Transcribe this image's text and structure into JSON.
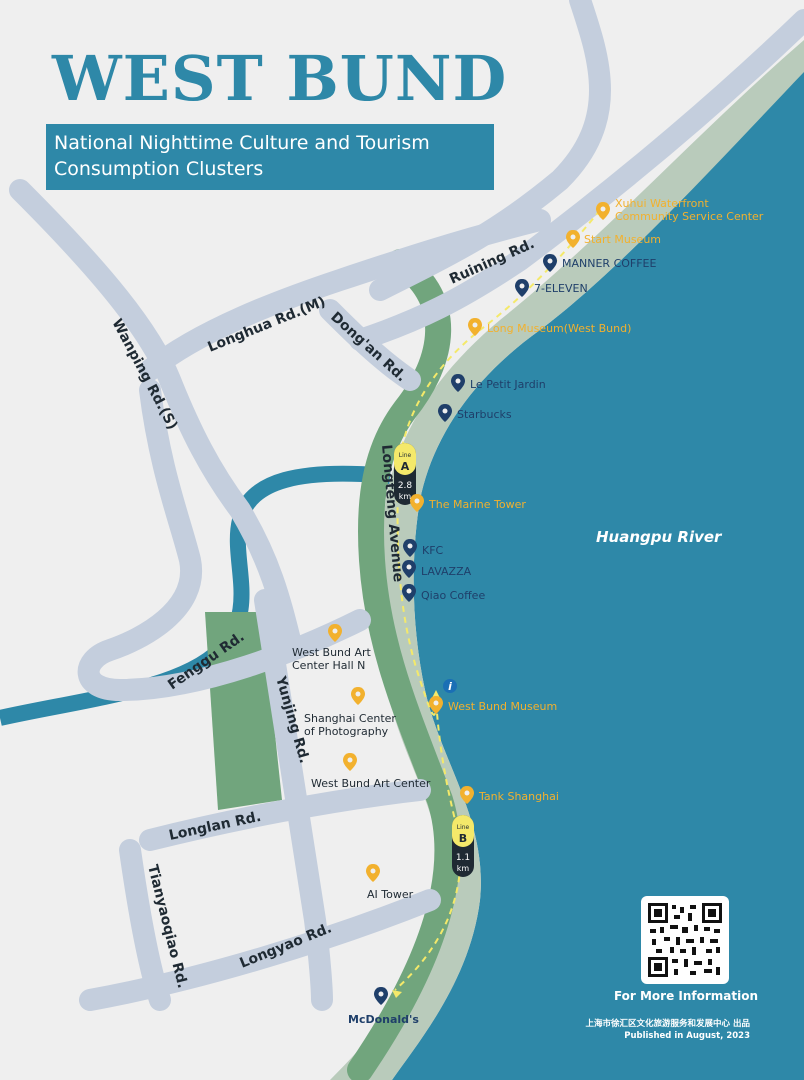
{
  "title": "WEST BUND",
  "subtitle": {
    "line1": "National Nighttime Culture and Tourism",
    "line2": "Consumption Clusters"
  },
  "roads": {
    "ruining": "Ruining Rd.",
    "longhua": "Longhua Rd.(M)",
    "dongan": "Dong'an Rd.",
    "wanping": "Wanping Rd.(S)",
    "longteng": "Longteng Avenue",
    "fenggu": "Fenggu Rd.",
    "yunjing": "Yunjing Rd.",
    "longlan": "Longlan Rd.",
    "tianyaoqiao": "Tianyaoqiao Rd.",
    "longyao": "Longyao Rd."
  },
  "river_label": "Huangpu River",
  "lines": {
    "a": {
      "name": "Line",
      "letter": "A",
      "distance": "2.8",
      "unit": "km"
    },
    "b": {
      "name": "Line",
      "letter": "B",
      "distance": "1.1",
      "unit": "km"
    }
  },
  "pois": {
    "xuhui_waterfront_1": "Xuhui Waterfront",
    "xuhui_waterfront_2": "Community Service Center",
    "start_museum": "Start Museum",
    "manner": "MANNER COFFEE",
    "seven_eleven": "7-ELEVEN",
    "long_museum": "Long Museum(West Bund)",
    "le_petit": "Le Petit Jardin",
    "starbucks": "Starbucks",
    "marine_tower": "The Marine Tower",
    "kfc": "KFC",
    "lavazza": "LAVAZZA",
    "qiao": "Qiao Coffee",
    "art_center_n_1": "West Bund Art",
    "art_center_n_2": "Center Hall N",
    "photography_1": "Shanghai Center",
    "photography_2": "of Photography",
    "art_center": "West Bund Art Center",
    "west_bund_museum": "West Bund Museum",
    "tank": "Tank Shanghai",
    "ai_tower": "AI Tower",
    "mcdonalds": "McDonald's"
  },
  "info_glyph": "i",
  "more_info": "For More Information",
  "publisher_cn": "上海市徐汇区文化旅游服务和发展中心 出品",
  "published": "Published in August, 2023",
  "colors": {
    "river": "#2e88a8",
    "waterfront": "#b9cbbb",
    "green": "#71a57d",
    "road": "#c4cedd",
    "poi_orange": "#f2b12e",
    "poi_blue": "#1f3f6a",
    "route": "#f4e96a"
  }
}
